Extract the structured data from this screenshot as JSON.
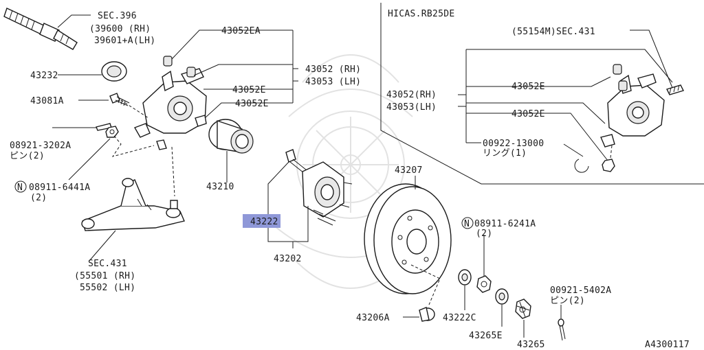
{
  "diagram": {
    "sheet_id": "A4300117",
    "inset_title": "HICAS.RB25DE",
    "labels": {
      "sec396": "SEC.396",
      "p39600": "(39600 (RH)",
      "p39601": "39601+A(LH)",
      "p43232": "43232",
      "p43081a": "43081A",
      "p08921_3202a": "08921-3202A",
      "pin2a": "ピン(2)",
      "p08911_6441a": "08911-6441A",
      "qty2a": "(2)",
      "p43052ea": "43052EA",
      "p43052_rh": "43052 (RH)",
      "p43053_lh": "43053 (LH)",
      "p43052e_a": "43052E",
      "p43052e_b": "43052E",
      "p43210": "43210",
      "p43222": "43222",
      "p43202": "43202",
      "sec431": "SEC.431",
      "p55501": "(55501 (RH)",
      "p55502": "55502 (LH)",
      "p43207": "43207",
      "p08911_6241a": "08911-6241A",
      "qty2b": "(2)",
      "p00921_5402a": "00921-5402A",
      "pin2b": "ピン(2)",
      "p43206a": "43206A",
      "p43222c": "43222C",
      "p43265e": "43265E",
      "p43265": "43265",
      "inset_55154m": "(55154M)SEC.431",
      "inset_43052_rh": "43052(RH)",
      "inset_43053_lh": "43053(LH)",
      "inset_43052e_a": "43052E",
      "inset_43052e_b": "43052E",
      "inset_00922": "00922-13000",
      "inset_ring": "リング(1)",
      "n_symbol": "N"
    }
  }
}
